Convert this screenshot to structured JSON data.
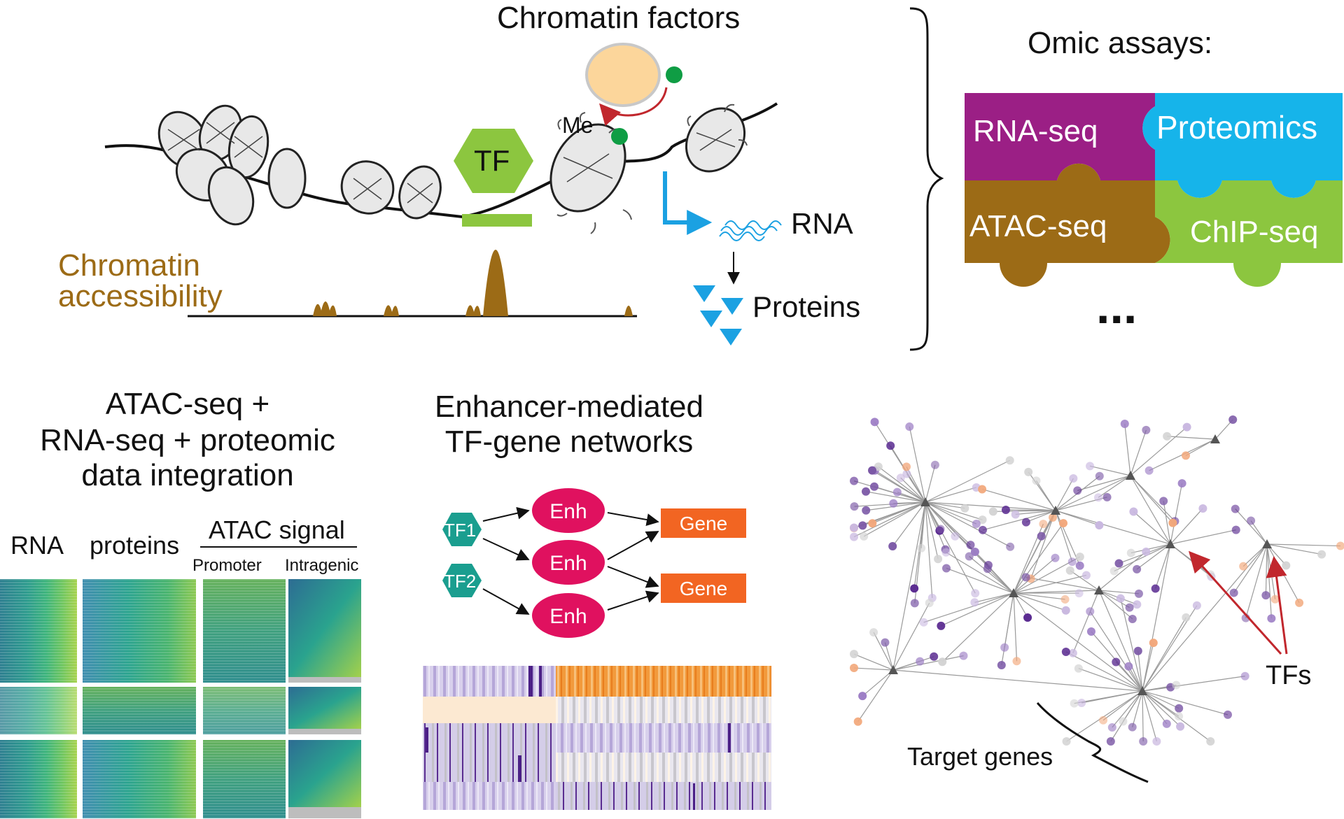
{
  "top": {
    "chromatin_factors": "Chromatin factors",
    "me_label": "Me",
    "tf_label": "TF",
    "rna_label": "RNA",
    "proteins_label": "Proteins",
    "accessibility_line1": "Chromatin",
    "accessibility_line2": "accessibility"
  },
  "omics": {
    "title": "Omic assays:",
    "rna_seq": "RNA-seq",
    "proteomics": "Proteomics",
    "atac_seq": "ATAC-seq",
    "chip_seq": "ChIP-seq",
    "ellipsis": "..."
  },
  "integration": {
    "title_line1": "ATAC-seq +",
    "title_line2": "RNA-seq + proteomic",
    "title_line3": "data integration",
    "col_rna": "RNA",
    "col_proteins": "proteins",
    "col_atac": "ATAC signal",
    "sub_promoter": "Promoter",
    "sub_intragenic": "Intragenic"
  },
  "network": {
    "title_line1": "Enhancer-mediated",
    "title_line2": "TF-gene networks",
    "tf1": "TF1",
    "tf2": "TF2",
    "enh": "Enh",
    "gene": "Gene"
  },
  "graph": {
    "tfs_label": "TFs",
    "targets_label": "Target genes"
  },
  "colors": {
    "rna_seq": "#9b1f85",
    "proteomics": "#16b4ea",
    "atac_seq": "#9c6b16",
    "chip_seq": "#8cc63f",
    "tf_green": "#8cc63f",
    "peak_brown": "#9c6b16",
    "enh_magenta": "#e0115f",
    "gene_orange": "#f26522",
    "tf_teal": "#1a9e8f",
    "arrow_red": "#c1272d",
    "blue": "#1ba1e2"
  }
}
